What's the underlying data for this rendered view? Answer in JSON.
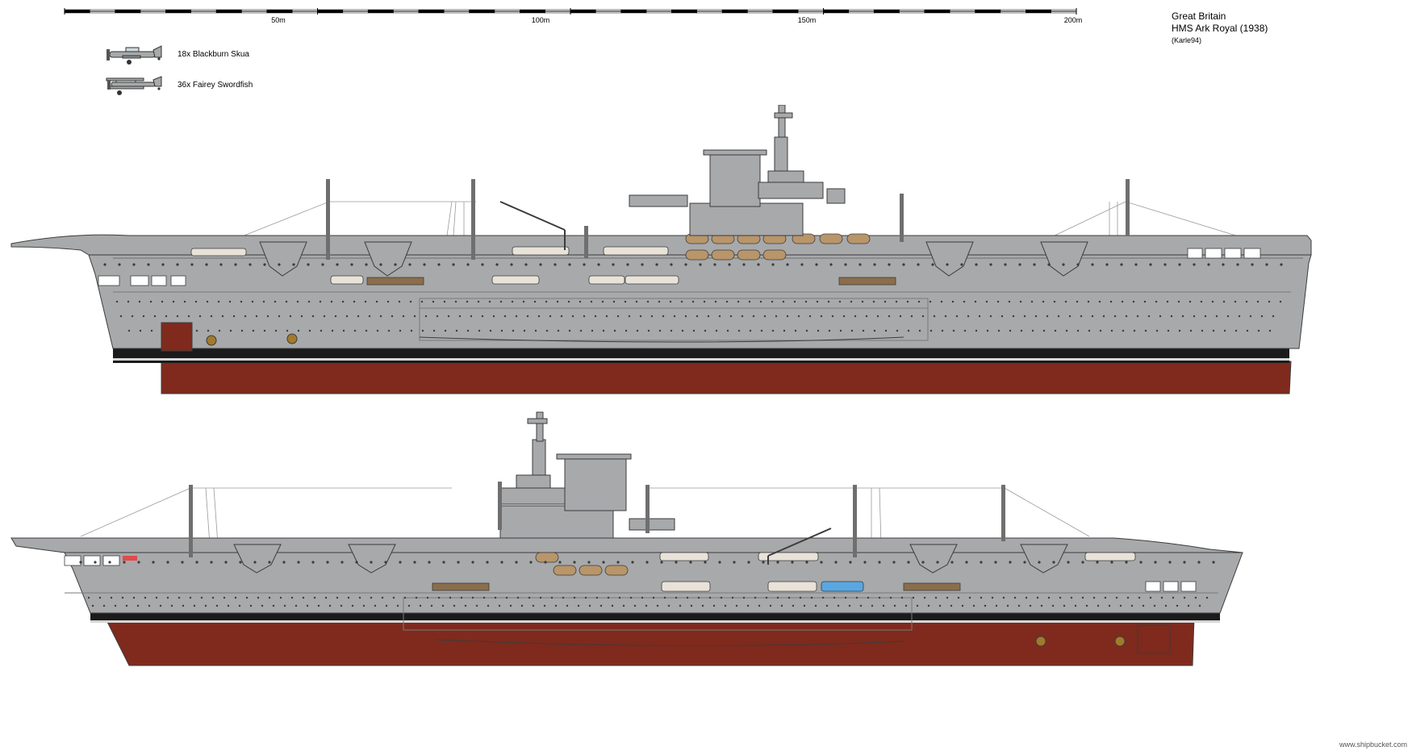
{
  "scale_bar": {
    "labels": [
      "50m",
      "100m",
      "150m",
      "200m"
    ]
  },
  "title": {
    "country": "Great Britain",
    "ship": "HMS Ark Royal (1938)",
    "author": "(Karle94)"
  },
  "air_group": [
    {
      "label": "18x Blackburn Skua",
      "icon": "skua-aircraft-icon"
    },
    {
      "label": "36x Fairey Swordfish",
      "icon": "swordfish-aircraft-icon"
    }
  ],
  "views": [
    "starboard-profile",
    "port-profile"
  ],
  "colors": {
    "hull_grey": "#a7a9ab",
    "boot_topping": "#1b1b1b",
    "antifouling_red": "#7f2a1d",
    "outline": "#3c3c3c"
  },
  "footer": "www.shipbucket.com"
}
